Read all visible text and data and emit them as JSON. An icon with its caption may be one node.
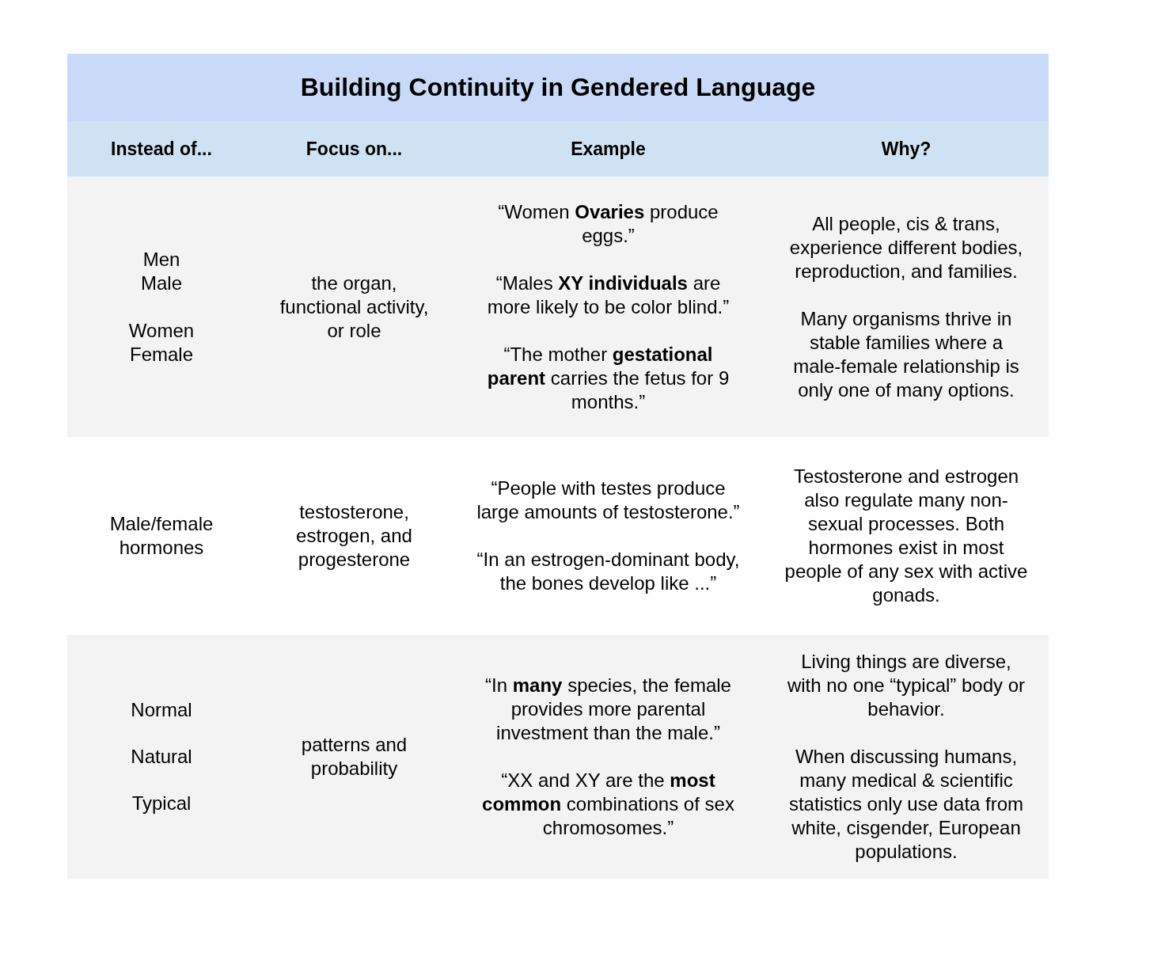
{
  "diagram": {
    "title": "Building Continuity in Gendered Language",
    "labels": [
      "Instead of...",
      "Focus on...",
      "Example",
      "Why?",
      "Men",
      "Male",
      "Women",
      "Female",
      "the organ, functional activity, or role",
      "“Women **Ovaries** produce eggs.”",
      "“Males **XY individuals** are more likely to be color blind.”",
      "“The mother **gestational parent** carries the fetus for 9 months.”",
      "All people, cis & trans, experience different bodies, reproduction, and families.",
      "Many organisms thrive in stable families where a male-female relationship is only one of many options.",
      "Male/female hormones",
      "testosterone, estrogen, and progesterone",
      "“People with testes produce large amounts of testosterone.”",
      "“In an estrogen-dominant body, the bones develop like ...”",
      "Testosterone and estrogen also regulate many non-sexual processes. Both hormones exist in most people of any sex with active gonads.",
      "Normal",
      "Natural",
      "Typical",
      "patterns and probability",
      "“In **many** species, the female provides more parental investment than the male.”",
      "“XX and XY are the **most common** combinations of sex chromosomes.”",
      "Living things are diverse, with no one “typical” body or behavior.",
      "When discussing humans, many medical & scientific statistics only use data from white, cisgender, European populations."
    ]
  }
}
